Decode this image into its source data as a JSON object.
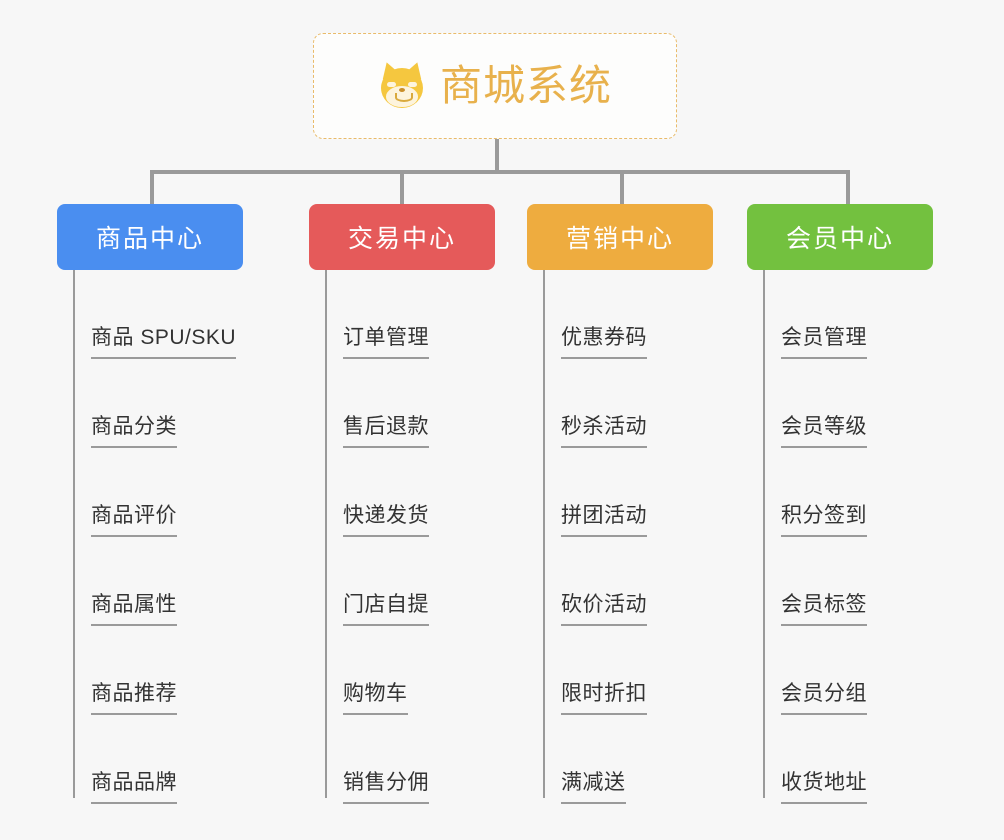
{
  "root": {
    "title": "商城系统",
    "icon": "dog-face-icon",
    "border_color": "#e9bb6a",
    "title_color": "#e8b14c"
  },
  "canvas": {
    "background": "#f7f7f7",
    "connector_color": "#9a9a9a"
  },
  "columns": [
    {
      "title": "商品中心",
      "color": "#4a8ef0",
      "items": [
        "商品 SPU/SKU",
        "商品分类",
        "商品评价",
        "商品属性",
        "商品推荐",
        "商品品牌"
      ]
    },
    {
      "title": "交易中心",
      "color": "#e55a5a",
      "items": [
        "订单管理",
        "售后退款",
        "快递发货",
        "门店自提",
        "购物车",
        "销售分佣"
      ]
    },
    {
      "title": "营销中心",
      "color": "#eeac3f",
      "items": [
        "优惠券码",
        "秒杀活动",
        "拼团活动",
        "砍价活动",
        "限时折扣",
        "满减送"
      ]
    },
    {
      "title": "会员中心",
      "color": "#73c13f",
      "items": [
        "会员管理",
        "会员等级",
        "积分签到",
        "会员标签",
        "会员分组",
        "收货地址"
      ]
    }
  ]
}
